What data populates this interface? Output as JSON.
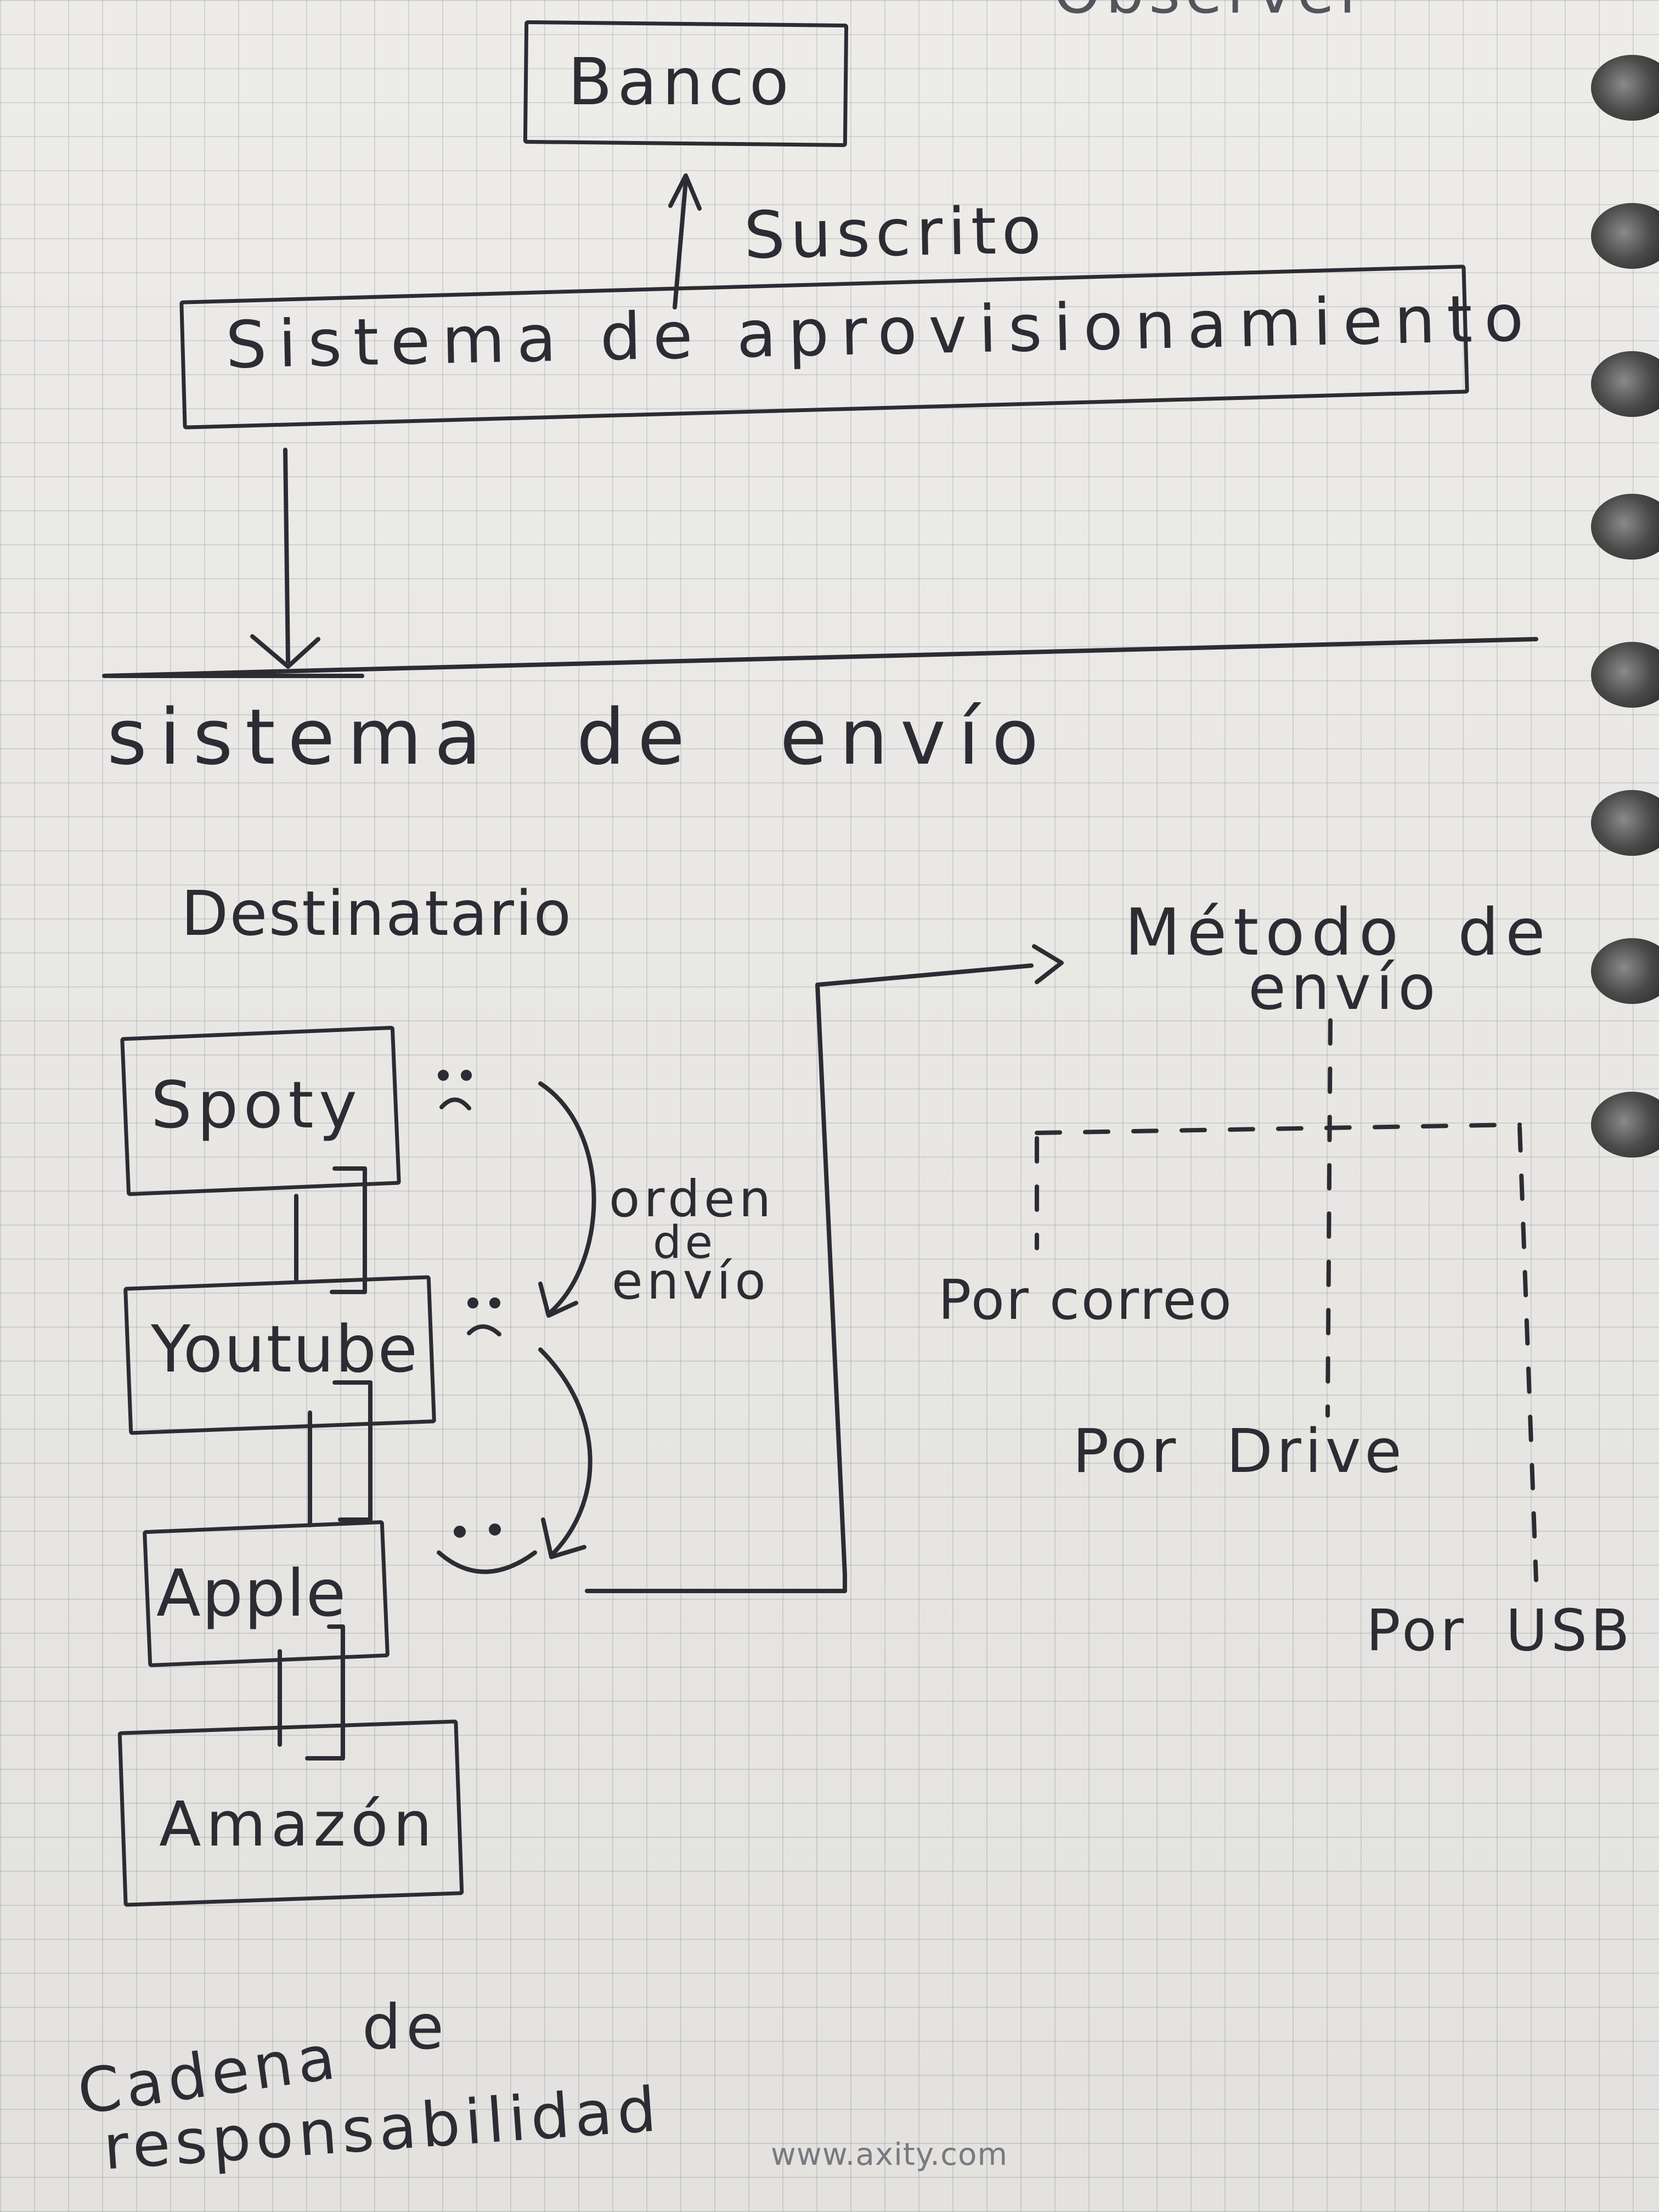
{
  "diagram": {
    "top_partial_text": "Observer",
    "nodes": {
      "banco": "Banco",
      "sistema_aprovisionamiento": "Sistema de aprovisionamiento"
    },
    "edge_label_suscrito": "Suscrito",
    "section_title": "sistema de envío",
    "destinatario_label": "Destinatario",
    "chain": [
      "Spoty",
      "Youtube",
      "Apple",
      "Amazón"
    ],
    "orden_envio": [
      "orden",
      "de",
      "envío"
    ],
    "faces": [
      "sad-face",
      "sad-face",
      "happy-face"
    ],
    "metodo_envio": [
      "Método de",
      "envío"
    ],
    "metodos": [
      "Por correo",
      "Por Drive",
      "Por USB"
    ],
    "cadena_label": [
      "de",
      "Cadena",
      "responsabilidad"
    ],
    "footer_url": "www.axity.com"
  },
  "colors": {
    "ink": "#2d2b33",
    "paper": "#ecebe8",
    "grid": "#8c8c96"
  }
}
